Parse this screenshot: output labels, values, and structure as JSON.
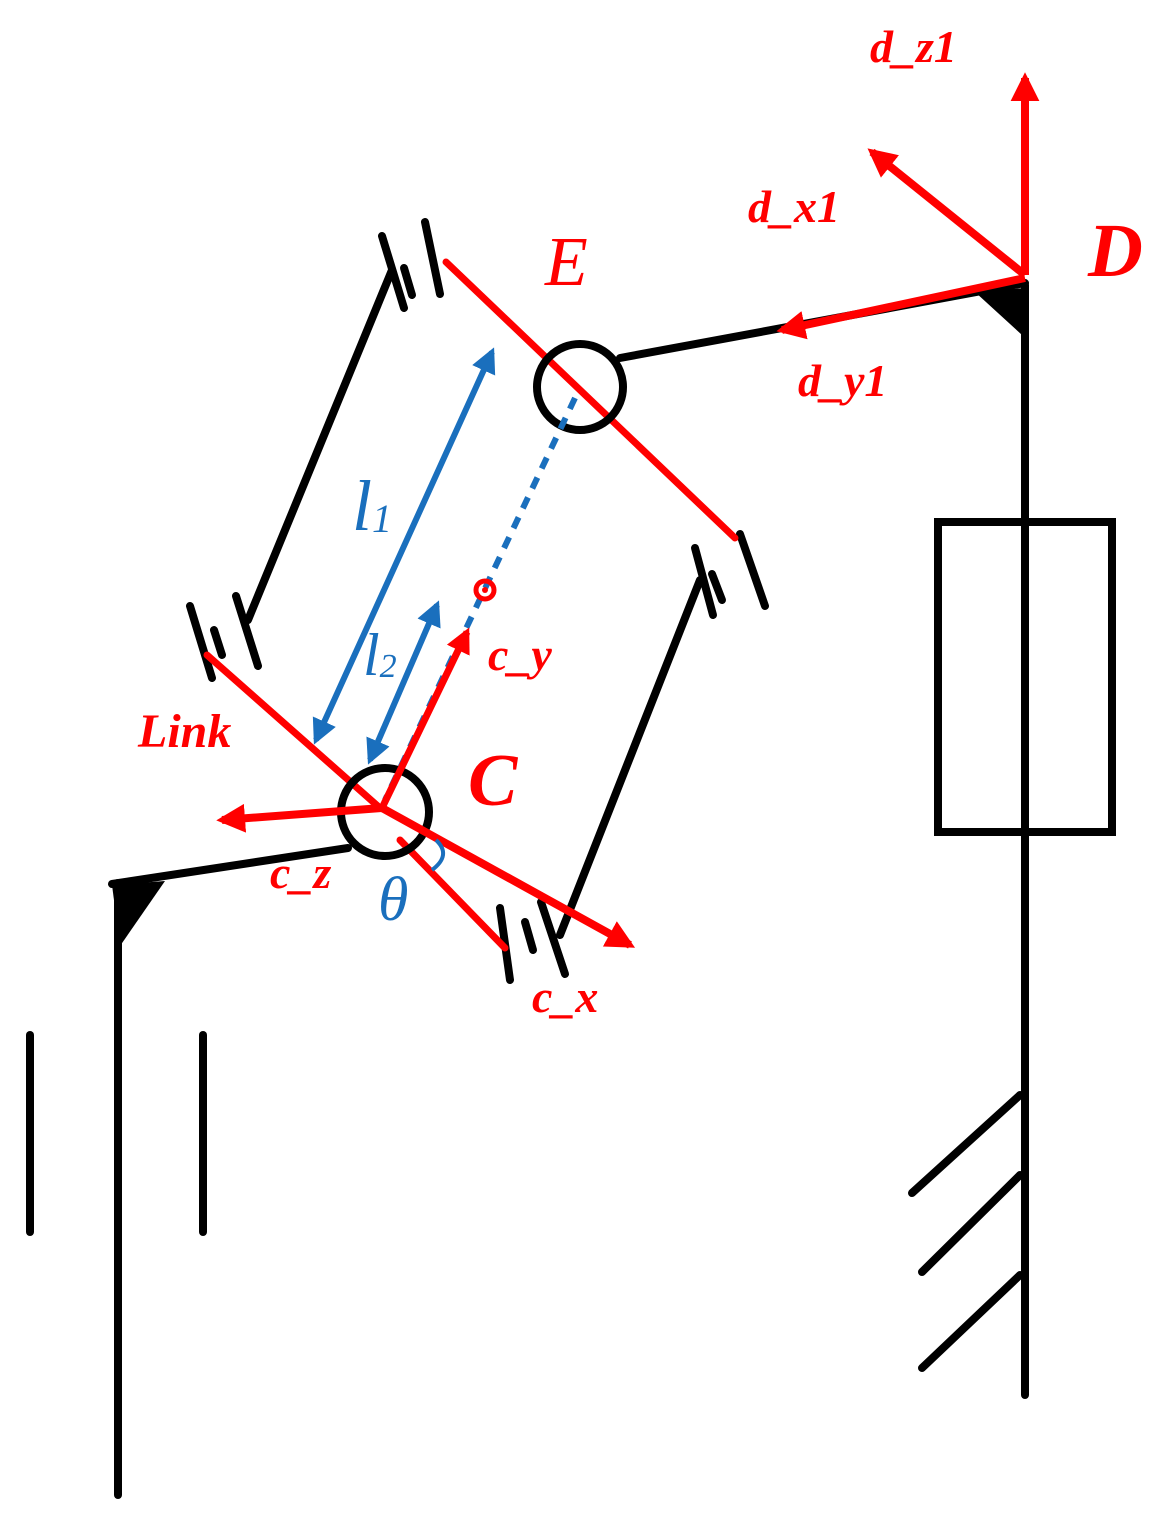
{
  "labels": {
    "d_z1": "d_z1",
    "d_x1": "d_x1",
    "d_y1": "d_y1",
    "D": "D",
    "E": "E",
    "l1": "l",
    "l1_sub": "1",
    "l2": "l",
    "l2_sub": "2",
    "c_y": "c_y",
    "link": "Link",
    "C": "C",
    "c_z": "c_z",
    "theta": "θ",
    "c_x": "c_x"
  },
  "colors": {
    "frame": "#000000",
    "axis": "#ff0000",
    "dimension": "#1a6fbd"
  }
}
